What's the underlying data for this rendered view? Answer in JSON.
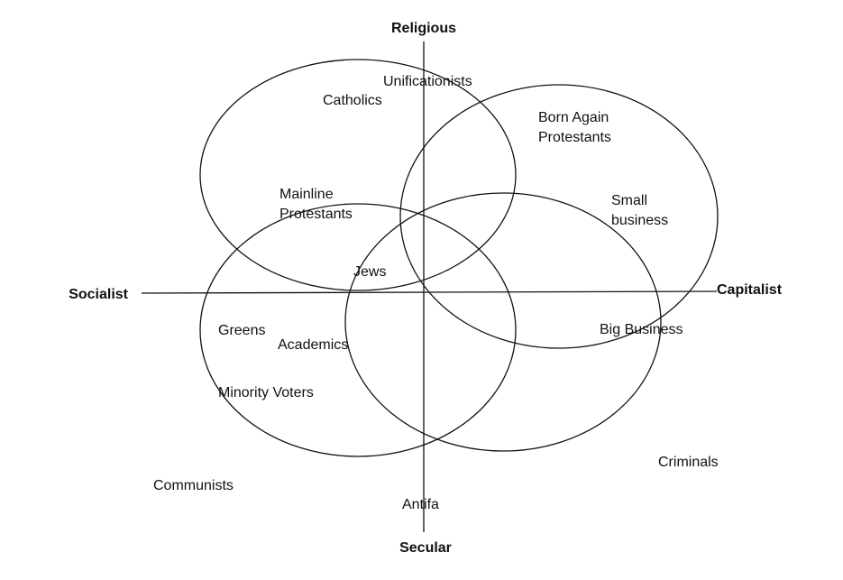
{
  "diagram": {
    "type": "venn-quadrant",
    "axes": {
      "top": "Religious",
      "bottom": "Secular",
      "left": "Socialist",
      "right": "Capitalist"
    },
    "sets": [
      {
        "name": "upper-left-ellipse"
      },
      {
        "name": "upper-right-ellipse"
      },
      {
        "name": "lower-left-ellipse"
      },
      {
        "name": "lower-right-ellipse"
      }
    ],
    "groups": [
      {
        "id": "unificationists",
        "label": "Unificationists"
      },
      {
        "id": "catholics",
        "label": "Catholics"
      },
      {
        "id": "born-again-1",
        "label": "Born Again"
      },
      {
        "id": "born-again-2",
        "label": "Protestants"
      },
      {
        "id": "mainline-1",
        "label": "Mainline"
      },
      {
        "id": "mainline-2",
        "label": "Protestants"
      },
      {
        "id": "small-business-1",
        "label": "Small"
      },
      {
        "id": "small-business-2",
        "label": "business"
      },
      {
        "id": "jews",
        "label": "Jews"
      },
      {
        "id": "greens",
        "label": "Greens"
      },
      {
        "id": "academics",
        "label": "Academics"
      },
      {
        "id": "big-business",
        "label": "Big Business"
      },
      {
        "id": "minority-voters",
        "label": "Minority Voters"
      },
      {
        "id": "criminals",
        "label": "Criminals"
      },
      {
        "id": "communists",
        "label": "Communists"
      },
      {
        "id": "antifa",
        "label": "Antifa"
      }
    ]
  }
}
